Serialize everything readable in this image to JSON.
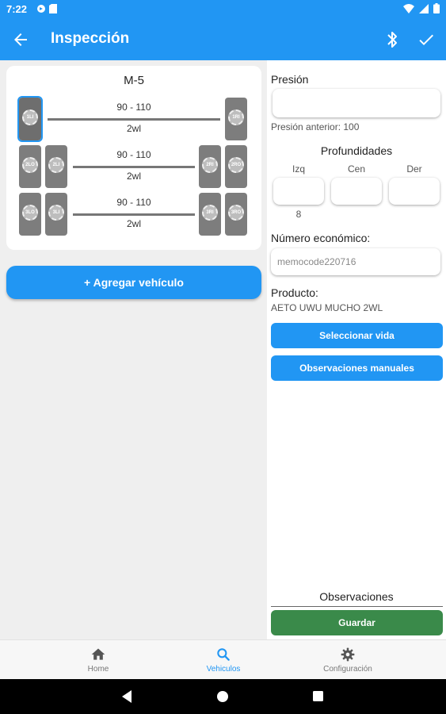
{
  "status_bar": {
    "time": "7:22"
  },
  "app_bar": {
    "title": "Inspección"
  },
  "vehicle": {
    "name": "M-5",
    "axles": [
      {
        "range": "90 - 110",
        "type": "2wl",
        "tires": [
          "1LI",
          "1RI"
        ]
      },
      {
        "range": "90 - 110",
        "type": "2wl",
        "tires": [
          "2LO",
          "2LI",
          "2RI",
          "2RO"
        ]
      },
      {
        "range": "90 - 110",
        "type": "2wl",
        "tires": [
          "3LO",
          "3LI",
          "3RI",
          "3RO"
        ]
      }
    ]
  },
  "add_vehicle_label": "+ Agregar vehículo",
  "form": {
    "presion_label": "Presión",
    "presion_value": "",
    "presion_anterior": "Presión anterior: 100",
    "profundidades_label": "Profundidades",
    "izq_label": "Izq",
    "cen_label": "Cen",
    "der_label": "Der",
    "izq_value": "",
    "cen_value": "",
    "der_value": "",
    "izq_previous": "8",
    "numero_label": "Número económico:",
    "numero_value": "memocode220716",
    "producto_label": "Producto:",
    "producto_value": "AETO UWU MUCHO 2WL",
    "seleccionar_vida": "Seleccionar vida",
    "observaciones_manuales": "Observaciones manuales",
    "observaciones_label": "Observaciones",
    "guardar": "Guardar"
  },
  "bottom_nav": [
    {
      "label": "Home",
      "icon": "home-icon",
      "active": false
    },
    {
      "label": "Vehiculos",
      "icon": "search-icon",
      "active": true
    },
    {
      "label": "Configuración",
      "icon": "gear-icon",
      "active": false
    }
  ],
  "colors": {
    "primary": "#2196f3",
    "save_green": "#3a8a4a",
    "panel_bg": "#efefef",
    "tire_gray": "#7d7d7d"
  }
}
